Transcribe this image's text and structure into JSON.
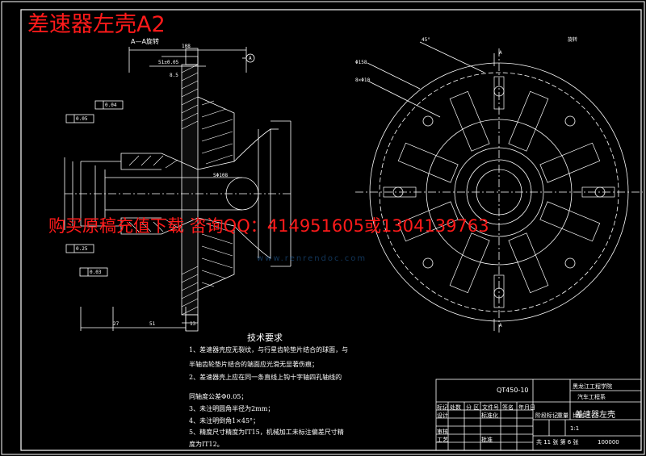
{
  "drawing_title": "差速器左壳A2",
  "section_label": "A—A旋转",
  "view_marker": "旋转",
  "ad_text": "购买原稿充值下载  咨询QQ：414951605或1304139763",
  "watermark": {
    "site": "www.renrendoc.com"
  },
  "tech_requirements": {
    "title": "技术要求",
    "lines": [
      "1、差速器壳应无裂纹，与行星齿轮垫片结合的球面，与",
      "    半轴齿轮垫片结合的端面应光滑无显著伤痕；",
      "2、差速器壳上应在同一条直线上钩十字轴四孔轴线的",
      "    同轴度公差Φ0.05；",
      "3、未注明圆角半径为2mm；",
      "4、未注明倒角1×45°；",
      "5、精度尺寸精度为IT15，机械加工未标注偏差尺寸精",
      "    度为IT12。"
    ]
  },
  "title_block": {
    "material": "QT450-10",
    "school": "黑龙江工程学院",
    "department": "汽车工程系",
    "part_name": "差速器左壳",
    "scale": "1:1",
    "sheets": "共 11 张  第 6 张",
    "drawing_no": "100000",
    "headers": [
      "标记",
      "处数",
      "分 区",
      "文件号",
      "签名",
      "年月日"
    ],
    "rows": [
      "设计",
      "审核",
      "工艺"
    ],
    "stage_header": [
      "阶段标记",
      "重量",
      "比例"
    ],
    "standard_label": "标准化",
    "approve_label": "批准"
  },
  "dimensions": {
    "overall_length": "108",
    "hub_length": "51±0.05",
    "dim_13": "13",
    "dim_27": "27",
    "dim_51": "51",
    "dim_8_5": "8.5",
    "tolerance_1": "0.05",
    "tolerance_2": "0.04",
    "tolerance_3": "0.03",
    "tolerance_4": "0.25",
    "sphere": "SΦ108",
    "bolt_holes": "8×Φ10",
    "bolt_circle": "Φ158",
    "datum": "A",
    "angle": "45°"
  },
  "colors": {
    "background": "#000000",
    "lines": "#ffffff",
    "red_text": "#ff1a1a",
    "watermark": "#2878c8"
  }
}
